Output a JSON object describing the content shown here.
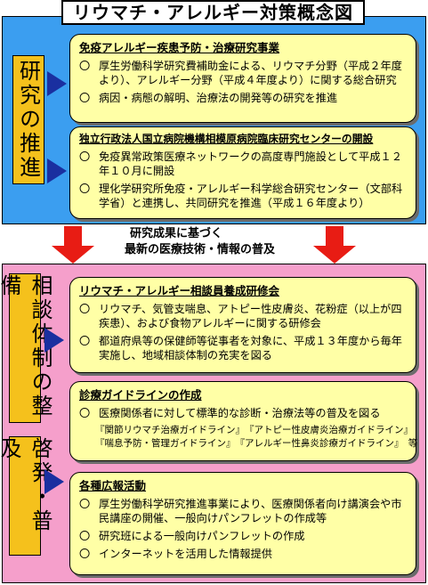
{
  "title": "リウマチ・アレルギー対策概念図",
  "top_section": {
    "label": "研究の推進",
    "cards": [
      {
        "title": "免疫アレルギー疾患予防・治療研究事業",
        "items": [
          "厚生労働科学研究費補助金による、リウマチ分野（平成２年度より）、アレルギー分野（平成４年度より）に関する総合研究",
          "病因・病態の解明、治療法の開発等の研究を推進"
        ]
      },
      {
        "title": "独立行政法人国立病院機構相模原病院臨床研究センターの開設",
        "items": [
          "免疫異常政策医療ネットワークの高度専門施設として平成１２年１０月に開設",
          "理化学研究所免疫・アレルギー科学総合研究センター（文部科学省）と連携し、共同研究を推進（平成１６年度より）"
        ]
      }
    ]
  },
  "middle_text": {
    "line1": "研究成果に基づく",
    "line2": "最新の医療技術・情報の普及"
  },
  "bottom_section": {
    "label_upper": "相談体制の整備",
    "label_lower": "啓発・普及",
    "cards": [
      {
        "title": "リウマチ・アレルギー相談員養成研修会",
        "items": [
          "リウマチ、気管支喘息、アトピー性皮膚炎、花粉症（以上が四疾患）、および食物アレルギーに関する研修会",
          "都道府県等の保健師等従事者を対象に、平成１３年度から毎年実施し、地域相談体制の充実を図る"
        ]
      },
      {
        "title": "診療ガイドラインの作成",
        "items": [
          "医療関係者に対して標準的な診断・治療法等の普及を図る"
        ],
        "guides": [
          "『関節リウマチ治療ガイドライン』　『アトピー性皮膚炎治療ガイドライン』",
          "『喘息予防・管理ガイドライン』　『アレルギー性鼻炎診療ガイドライン』　等"
        ]
      },
      {
        "title": "各種広報活動",
        "items": [
          "厚生労働科学研究推進事業により、医療関係者向け講演会や市民講座の開催、一般向けパンフレットの作成等",
          "研究班による一般向けパンフレットの作成",
          "インターネットを活用した情報提供"
        ]
      }
    ]
  },
  "bullet_symbol": "〇",
  "colors": {
    "top_panel": "#3b9ef0",
    "bottom_panel": "#f59fcb",
    "label_box": "#f5c11c",
    "card": "#ffffa6",
    "arrow_blue": "#1a2fa0",
    "arrow_red": "#e81c14"
  }
}
